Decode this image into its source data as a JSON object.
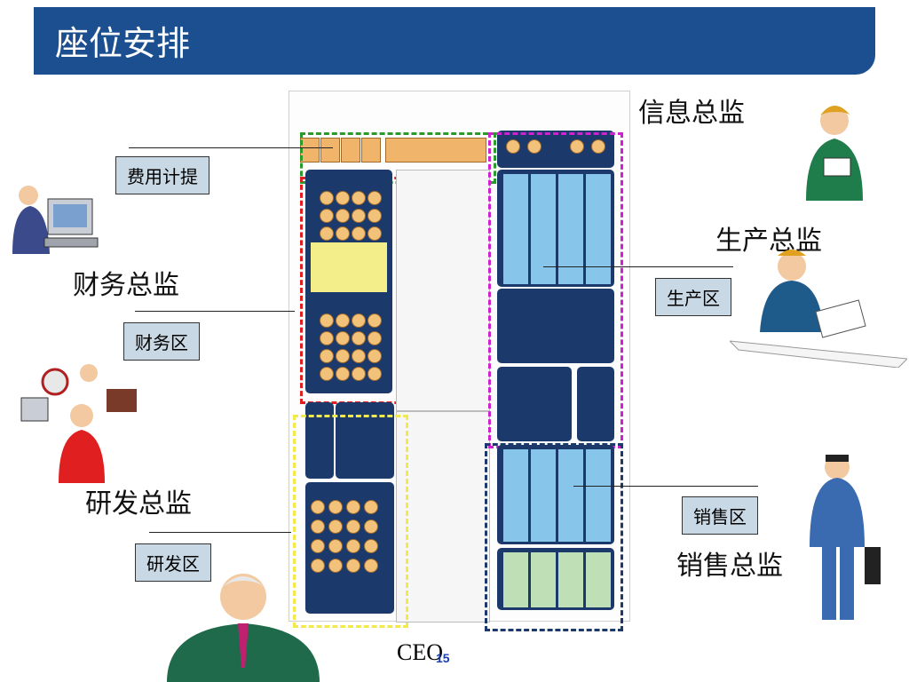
{
  "title": "座位安排",
  "labels": {
    "expense": "费用计提",
    "finance_area": "财务区",
    "production_area": "生产区",
    "sales_area": "销售区",
    "rd_area": "研发区"
  },
  "roles": {
    "info": "信息总监",
    "production": "生产总监",
    "finance": "财务总监",
    "rd": "研发总监",
    "sales": "销售总监",
    "ceo": "CEO"
  },
  "page_number": "15"
}
